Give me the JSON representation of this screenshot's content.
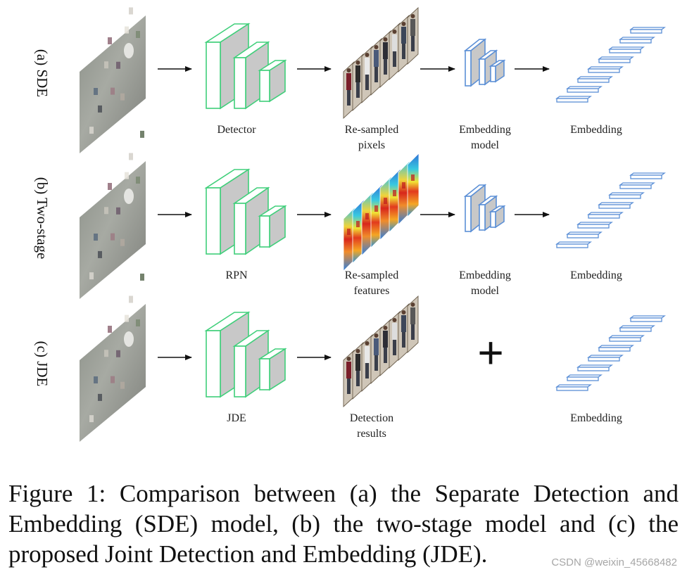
{
  "colors": {
    "detector_edge": "#3fcf7a",
    "embedding_edge": "#5b8fd6",
    "box_fill": "#c8c8c8",
    "arrow": "#111111"
  },
  "rows": [
    {
      "label": "(a) SDE",
      "stages": {
        "detector": {
          "label": "Detector"
        },
        "crops": {
          "line1": "Re-sampled",
          "line2": "pixels",
          "kind": "pixels"
        },
        "model": {
          "line1": "Embedding",
          "line2": "model"
        },
        "output": {
          "label": "Embedding"
        }
      }
    },
    {
      "label": "(b) Two-stage",
      "stages": {
        "detector": {
          "label": "RPN"
        },
        "crops": {
          "line1": "Re-sampled",
          "line2": "features",
          "kind": "features"
        },
        "model": {
          "line1": "Embedding",
          "line2": "model"
        },
        "output": {
          "label": "Embedding"
        }
      }
    },
    {
      "label": "(c) JDE",
      "stages": {
        "detector": {
          "label": "JDE"
        },
        "crops": {
          "line1": "Detection",
          "line2": "results",
          "kind": "pixels"
        },
        "plus": "+",
        "output": {
          "label": "Embedding"
        }
      }
    }
  ],
  "caption": "Figure 1: Comparison between (a) the Separate Detection and Embedding (SDE) model, (b) the two-stage model and (c) the proposed Joint Detection and Embedding (JDE).",
  "watermark": "CSDN @weixin_45668482"
}
